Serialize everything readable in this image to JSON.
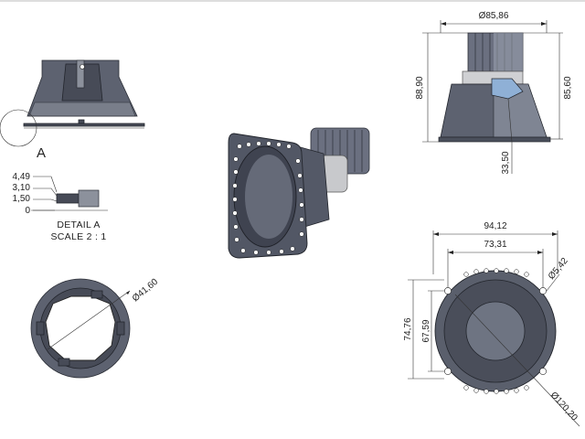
{
  "drawing": {
    "side_view": {
      "dims": {
        "diameter_top": "Ø85,86",
        "height_total": "88,90",
        "height_body": "85,60",
        "height_base": "33,50"
      }
    },
    "detail": {
      "callout_letter": "A",
      "dims": [
        "4,49",
        "3,10",
        "1,50",
        "0"
      ],
      "title": "DETAIL A",
      "scale": "SCALE 2 : 1"
    },
    "bottom_left_view": {
      "dims": {
        "diameter": "Ø41,60"
      }
    },
    "front_view": {
      "dims": {
        "width_outer": "94,12",
        "width_holes": "73,31",
        "hole_diameter": "Ø5,42",
        "height_outer": "74,76",
        "height_holes": "67,59",
        "diameter_flange": "Ø120,20"
      }
    }
  }
}
